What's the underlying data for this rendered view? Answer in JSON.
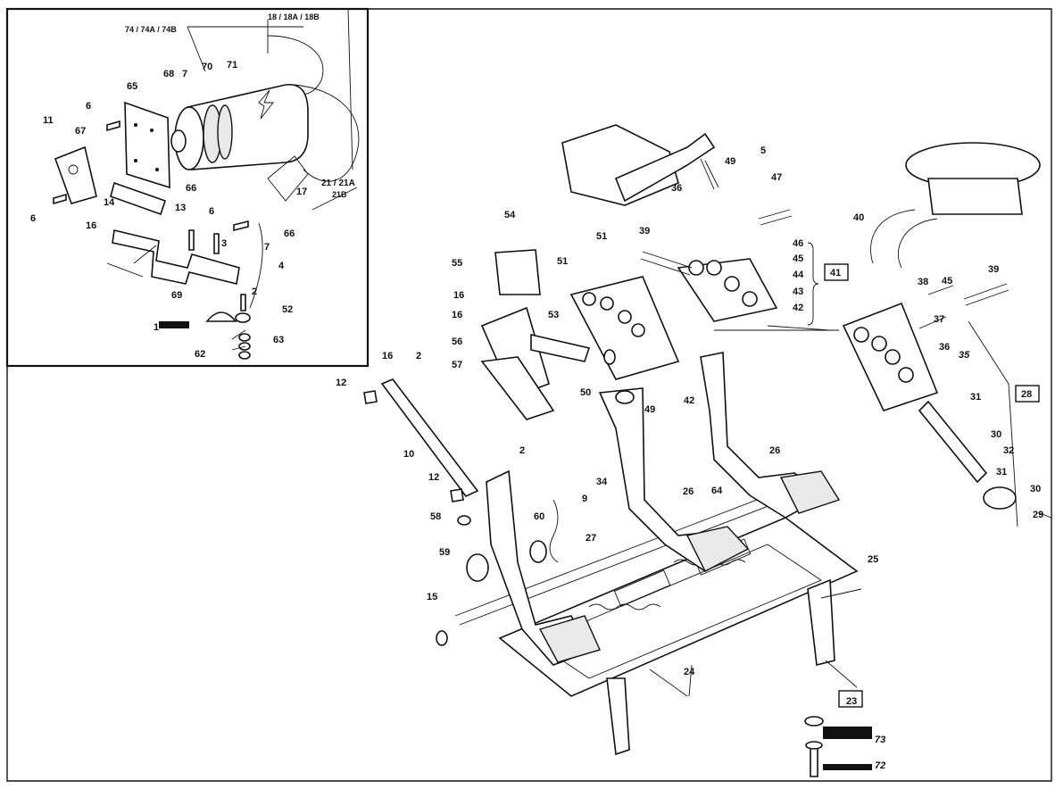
{
  "callouts": {
    "c74": "74 / 74A / 74B",
    "c18": "18 / 18A / 18B",
    "c21": "21 / 21A",
    "c21b": "21B",
    "inset": [
      "65",
      "68",
      "7",
      "70",
      "71",
      "6",
      "67",
      "11",
      "66",
      "17",
      "14",
      "16",
      "6",
      "13",
      "6",
      "3",
      "7",
      "66",
      "4",
      "69",
      "2",
      "52",
      "1",
      "63",
      "62"
    ],
    "main": [
      "12",
      "16",
      "2",
      "10",
      "12",
      "58",
      "15",
      "59",
      "60",
      "27",
      "2",
      "34",
      "9",
      "26",
      "64",
      "24",
      "25",
      "23",
      "73",
      "72",
      "26",
      "49",
      "50",
      "42",
      "54",
      "55",
      "51",
      "16",
      "51",
      "16",
      "53",
      "56",
      "57",
      "5",
      "49",
      "36",
      "47",
      "39",
      "46",
      "45",
      "44",
      "43",
      "42",
      "40",
      "38",
      "45",
      "39",
      "37",
      "36",
      "35",
      "31",
      "30",
      "32",
      "31",
      "30",
      "29"
    ],
    "boxed": [
      "41",
      "28"
    ]
  }
}
